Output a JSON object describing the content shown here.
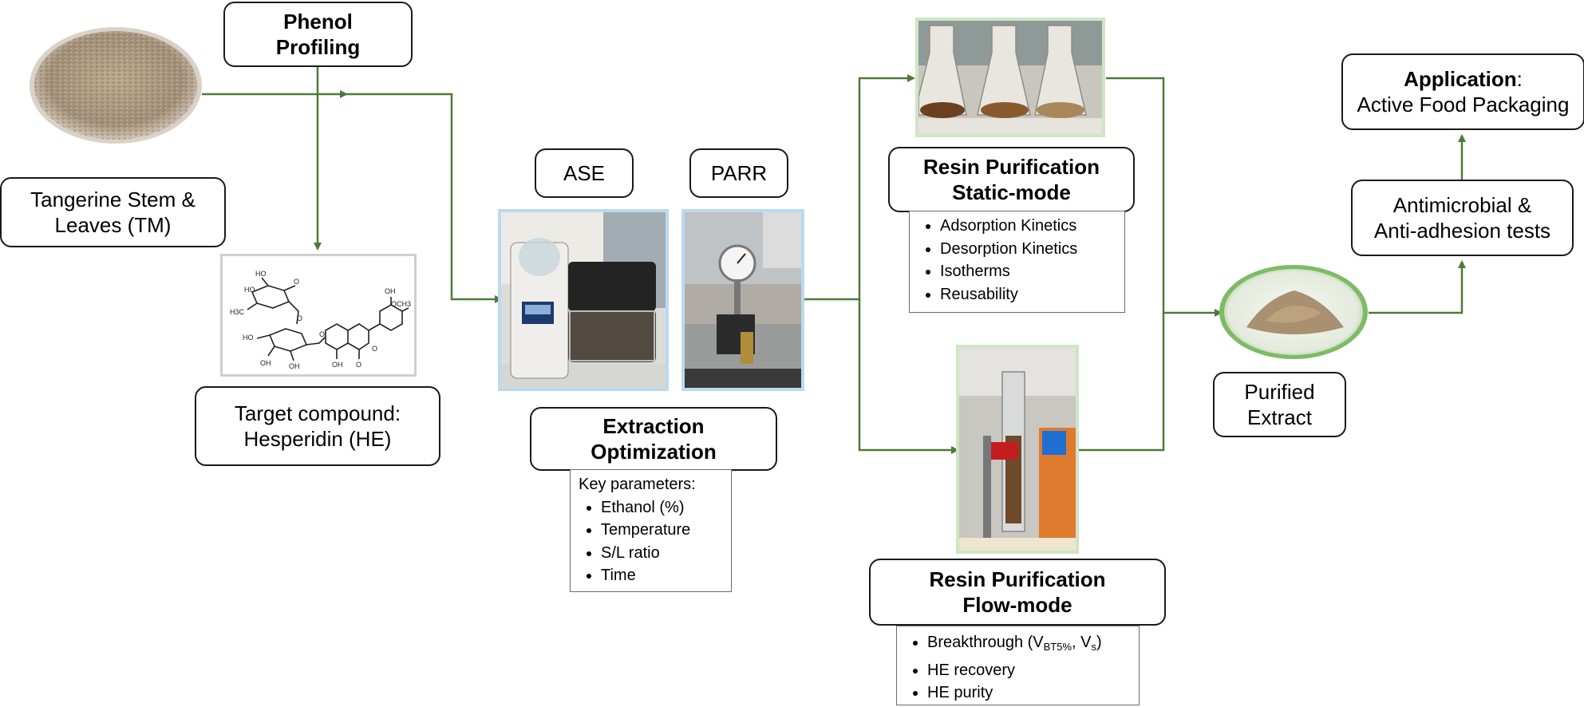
{
  "nodes": {
    "phenol_profiling": "Phenol\nProfiling",
    "tangerine": "Tangerine Stem &\nLeaves (TM)",
    "target_compound": "Target compound:\nHesperidin (HE)",
    "ase": "ASE",
    "parr": "PARR",
    "extraction": "Extraction\nOptimization",
    "static_mode": "Resin Purification\nStatic-mode",
    "flow_mode": "Resin Purification\nFlow-mode",
    "purified": "Purified\nExtract",
    "antimicrobial": "Antimicrobial &\nAnti-adhesion tests",
    "application_label": "Application",
    "application_colon": ":",
    "application_value": "Active Food Packaging"
  },
  "extraction_list": {
    "heading": "Key parameters:",
    "items": [
      "Ethanol (%)",
      "Temperature",
      "S/L ratio",
      "Time"
    ]
  },
  "static_list": {
    "items": [
      "Adsorption Kinetics",
      "Desorption Kinetics",
      "Isotherms",
      "Reusability"
    ]
  },
  "flow_list": {
    "breakthrough_prefix": "Breakthrough (V",
    "breakthrough_sub1": "BT5%",
    "breakthrough_mid": ", V",
    "breakthrough_sub2": "s",
    "breakthrough_suffix": ")",
    "items": [
      "HE recovery",
      "HE purity"
    ]
  },
  "chem_labels": {
    "oh1": "HO",
    "oh2": "HO",
    "ch3": "H3C",
    "oh3": "HO",
    "oh4": "OH",
    "oh5": "OH",
    "oh6": "OH",
    "och3": "OCH3",
    "oh7": "OH",
    "o1": "O",
    "ketone": "O",
    "o2": "O",
    "o3": "O",
    "o4": "O"
  },
  "colors": {
    "arrow": "#4e7a3a",
    "border": "#1a1a1a",
    "photo_blue": "#bcd9ee",
    "photo_green": "#cde6c4"
  },
  "icons": [
    "tangerine-powder-image",
    "hesperidin-structure-image",
    "ase-photo",
    "parr-photo",
    "static-flasks-photo",
    "flow-column-photo",
    "purified-extract-dish-image"
  ]
}
